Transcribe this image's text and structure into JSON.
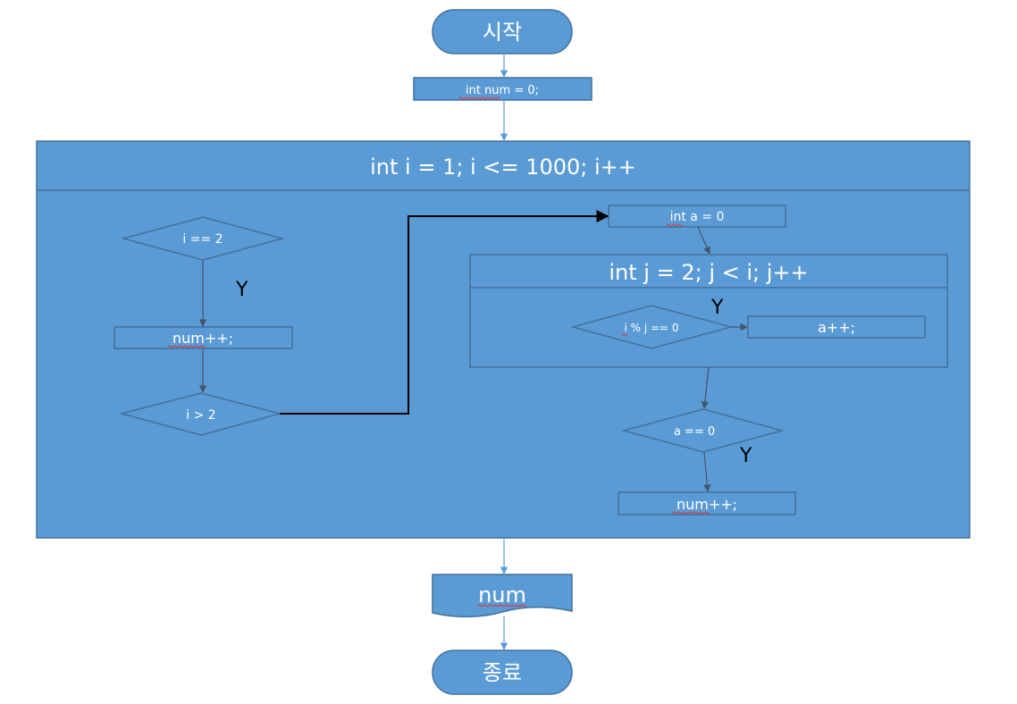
{
  "nodes": {
    "start": "시작",
    "init_num": "int num = 0;",
    "outer_loop": "int i = 1; i <= 1000; i++",
    "cond_i_eq_2": "i == 2",
    "num_inc_left": "num++;",
    "cond_i_gt_2": "i > 2",
    "init_a": "int a = 0",
    "inner_loop": "int j = 2; j < i; j++",
    "cond_mod": "i % j == 0",
    "a_inc": "a++;",
    "cond_a_eq_0": "a == 0",
    "num_inc_right": "num++;",
    "output_num": "num",
    "end": "종료"
  },
  "branch_labels": {
    "yes_i_eq_2": "Y",
    "yes_mod": "Y",
    "yes_a_eq_0": "Y"
  },
  "colors": {
    "fill": "#5b9bd5",
    "stroke": "#41719c",
    "arrow": "#5b9bd5",
    "connector_black": "#000000",
    "text": "#ffffff",
    "label": "#000000"
  }
}
